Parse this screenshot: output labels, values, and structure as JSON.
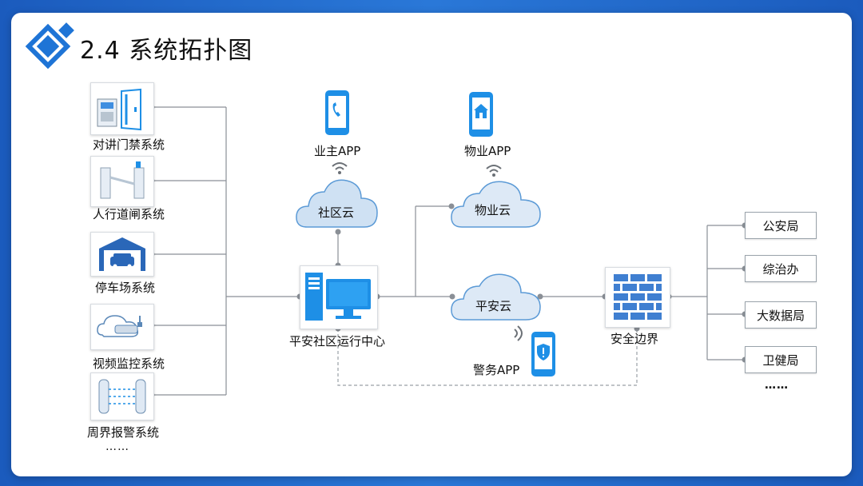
{
  "slide": {
    "title": "2.4 系统拓扑图"
  },
  "left_systems": [
    {
      "label": "对讲门禁系统",
      "icon": "intercom-door-icon"
    },
    {
      "label": "人行道闸系统",
      "icon": "pedestrian-gate-icon"
    },
    {
      "label": "停车场系统",
      "icon": "parking-garage-icon"
    },
    {
      "label": "视频监控系统",
      "icon": "cctv-camera-icon"
    },
    {
      "label": "周界报警系统",
      "icon": "perimeter-alarm-icon"
    }
  ],
  "left_more": "……",
  "center": {
    "ops_center_label": "平安社区运行中心",
    "community_cloud": "社区云",
    "property_cloud": "物业云",
    "safety_cloud": "平安云",
    "owner_app": "业主APP",
    "property_app": "物业APP",
    "police_app": "警务APP",
    "boundary_label": "安全边界"
  },
  "right_agencies": [
    "公安局",
    "综治办",
    "大数据局",
    "卫健局"
  ],
  "right_more": "……",
  "colors": {
    "accent_blue": "#1e8fe6",
    "cloud_fill": "#cfe1f3",
    "cloud_stroke": "#5b9ad6",
    "line": "#8a8f96"
  }
}
